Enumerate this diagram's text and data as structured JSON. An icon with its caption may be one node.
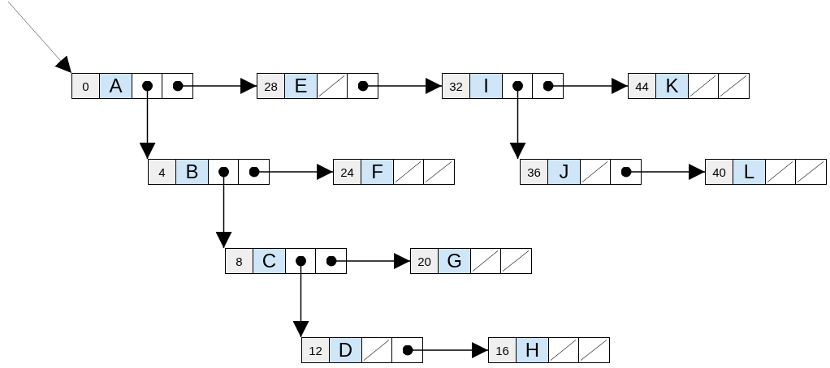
{
  "diagram": {
    "nodes": [
      {
        "text": [
          "0",
          "A"
        ]
      },
      {
        "text": [],
        "shape": "box",
        "in": 0
      },
      {
        "text": [],
        "shape": "box",
        "in": 0
      },
      {
        "text": [
          "28",
          "E"
        ]
      },
      {
        "text": [],
        "shape": "box",
        "in": 3
      },
      {
        "text": [],
        "shape": "box",
        "in": 3
      },
      {
        "text": [
          "32",
          "I"
        ]
      },
      {
        "text": [],
        "shape": "box",
        "in": 6
      },
      {
        "text": [],
        "shape": "box",
        "in": 6
      },
      {
        "text": [
          "44",
          "K"
        ]
      },
      {
        "text": [],
        "shape": "box",
        "in": 9
      },
      {
        "text": [],
        "shape": "box",
        "in": 9
      },
      {
        "text": [
          "4",
          "B"
        ]
      },
      {
        "text": [],
        "shape": "box",
        "in": 12
      },
      {
        "text": [],
        "shape": "box",
        "in": 12
      },
      {
        "text": [
          "24",
          "F"
        ]
      },
      {
        "text": [],
        "shape": "box",
        "in": 15
      },
      {
        "text": [],
        "shape": "box",
        "in": 15
      },
      {
        "text": [
          "36",
          "J"
        ]
      },
      {
        "text": [],
        "shape": "box",
        "in": 18
      },
      {
        "text": [],
        "shape": "box",
        "in": 18
      },
      {
        "text": [
          "40",
          "L"
        ]
      },
      {
        "text": [],
        "shape": "box",
        "in": 21
      },
      {
        "text": [],
        "shape": "box",
        "in": 21
      },
      {
        "text": [
          "8",
          "C"
        ]
      },
      {
        "text": [],
        "shape": "box",
        "in": 24
      },
      {
        "text": [],
        "shape": "box",
        "in": 24
      },
      {
        "text": [
          "20",
          "G"
        ]
      },
      {
        "text": [],
        "shape": "box",
        "in": 27
      },
      {
        "text": [],
        "shape": "box",
        "in": 27
      },
      {
        "text": [
          "12",
          "D"
        ]
      },
      {
        "text": [],
        "shape": "box",
        "in": 30
      },
      {
        "text": [],
        "shape": "box",
        "in": 30
      },
      {
        "text": [
          "16",
          "H"
        ]
      },
      {
        "text": [],
        "shape": "box",
        "in": 33
      },
      {
        "text": [],
        "shape": "box",
        "in": 33
      }
    ],
    "edges": [
      {
        "from": null,
        "to": 0,
        "arrow": "to",
        "color": "#808080"
      },
      {
        "from": 1,
        "to": 12,
        "arrow": "to"
      },
      {
        "from": 2,
        "to": 3,
        "arrow": "to"
      },
      {
        "from": 5,
        "to": 6,
        "arrow": "to"
      },
      {
        "from": 7,
        "to": 18,
        "arrow": "to"
      },
      {
        "from": 8,
        "to": 9,
        "arrow": "to"
      },
      {
        "from": 13,
        "to": 24,
        "arrow": "to"
      },
      {
        "from": 14,
        "to": 15,
        "arrow": "to"
      },
      {
        "from": 20,
        "to": 21,
        "arrow": "to"
      },
      {
        "from": 25,
        "to": 30,
        "arrow": "to"
      },
      {
        "from": 26,
        "to": 27,
        "arrow": "to"
      },
      {
        "from": 32,
        "to": 33,
        "arrow": "to"
      }
    ]
  }
}
